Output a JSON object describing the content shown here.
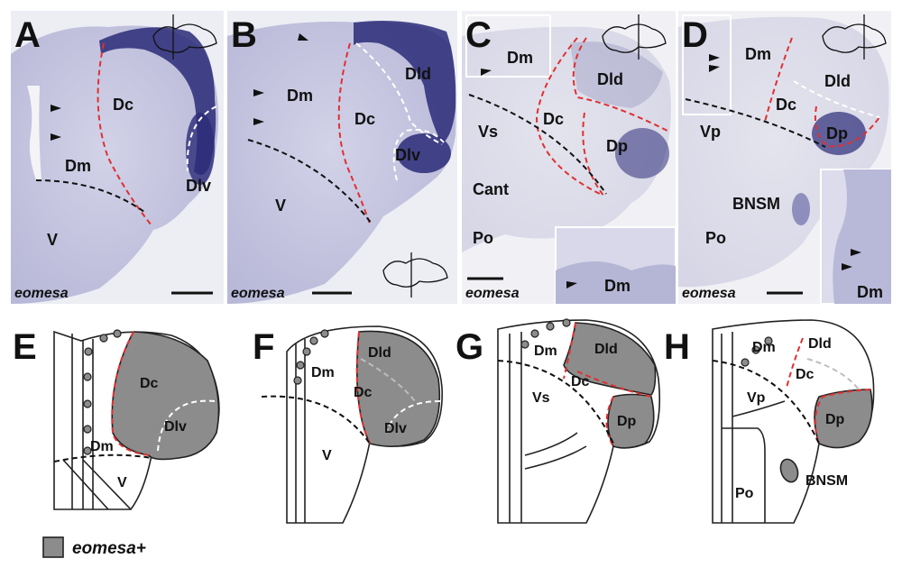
{
  "panels": {
    "A": {
      "letter": "A",
      "regions": {
        "dm": "Dm",
        "dc": "Dc",
        "dlv": "Dlv",
        "v": "V"
      },
      "gene": "eomesa"
    },
    "B": {
      "letter": "B",
      "regions": {
        "dm": "Dm",
        "dc": "Dc",
        "dld": "Dld",
        "dlv": "Dlv",
        "v": "V"
      },
      "gene": "eomesa"
    },
    "C": {
      "letter": "C",
      "regions": {
        "dm": "Dm",
        "dc": "Dc",
        "dld": "Dld",
        "dp": "Dp",
        "vs": "Vs",
        "cant": "Cant",
        "po": "Po"
      },
      "inset_label": "Dm",
      "gene": "eomesa"
    },
    "D": {
      "letter": "D",
      "regions": {
        "dm": "Dm",
        "dc": "Dc",
        "dld": "Dld",
        "dp": "Dp",
        "vp": "Vp",
        "bnsm": "BNSM",
        "po": "Po"
      },
      "inset_label": "Dm",
      "gene": "eomesa"
    },
    "E": {
      "letter": "E",
      "regions": {
        "dc": "Dc",
        "dlv": "Dlv",
        "dm": "Dm",
        "v": "V"
      }
    },
    "F": {
      "letter": "F",
      "regions": {
        "dld": "Dld",
        "dm": "Dm",
        "dc": "Dc",
        "dlv": "Dlv",
        "v": "V"
      }
    },
    "G": {
      "letter": "G",
      "regions": {
        "dm": "Dm",
        "dld": "Dld",
        "dc": "Dc",
        "vs": "Vs",
        "dp": "Dp"
      }
    },
    "H": {
      "letter": "H",
      "regions": {
        "dm": "Dm",
        "dld": "Dld",
        "dc": "Dc",
        "vp": "Vp",
        "dp": "Dp",
        "po": "Po",
        "bnsm": "BNSM"
      }
    }
  },
  "legend": {
    "label": "eomesa+",
    "swatch_color": "#8c8c8c"
  },
  "colors": {
    "stain_dark": "#2a2a78",
    "tissue": "#c9c9e2",
    "boundary_red": "#e03030"
  }
}
